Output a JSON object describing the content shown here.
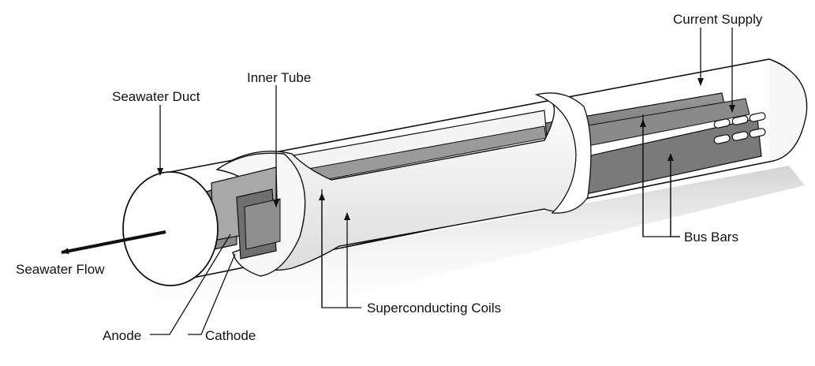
{
  "diagram": {
    "labels": {
      "current_supply": "Current Supply",
      "inner_tube": "Inner Tube",
      "seawater_duct": "Seawater Duct",
      "bus_bars": "Bus Bars",
      "seawater_flow": "Seawater Flow",
      "superconducting_coils": "Superconducting Coils",
      "anode": "Anode",
      "cathode": "Cathode"
    }
  },
  "colors": {
    "ink": "#111111",
    "tube_fill": "#ffffff",
    "bar_fill": "#8e8e8e",
    "bar_dark": "#5e5e5e",
    "coil_fill": "#f2f2f2",
    "shadow": "#d0d0d0"
  }
}
